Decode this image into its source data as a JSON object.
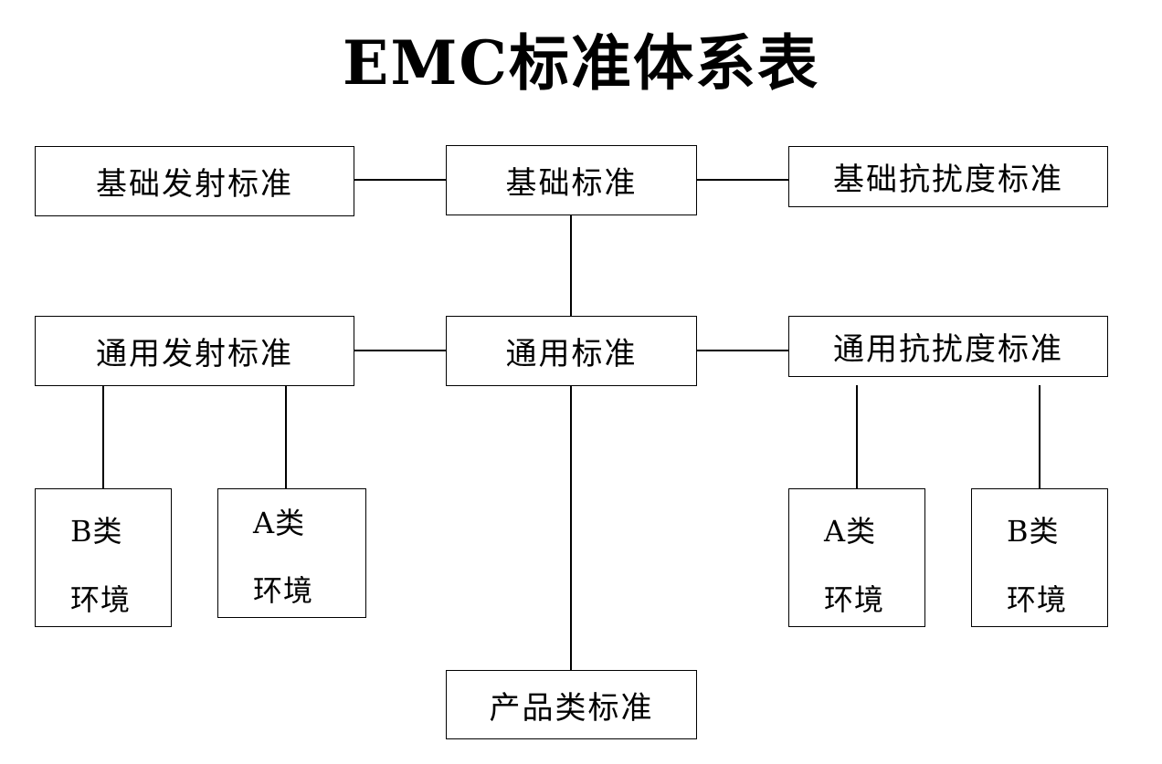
{
  "title": "EMC标准体系表",
  "boxes": {
    "basic_emission": "基础发射标准",
    "basic": "基础标准",
    "basic_immunity": "基础抗扰度标准",
    "generic_emission": "通用发射标准",
    "generic": "通用标准",
    "generic_immunity": "通用抗扰度标准",
    "product": "产品类标准"
  },
  "environments": {
    "left_b": {
      "line1": "B类",
      "line2": "环境"
    },
    "left_a": {
      "line1": "A类",
      "line2": "环境"
    },
    "right_a": {
      "line1": "A类",
      "line2": "环境"
    },
    "right_b": {
      "line1": "B类",
      "line2": "环境"
    }
  }
}
